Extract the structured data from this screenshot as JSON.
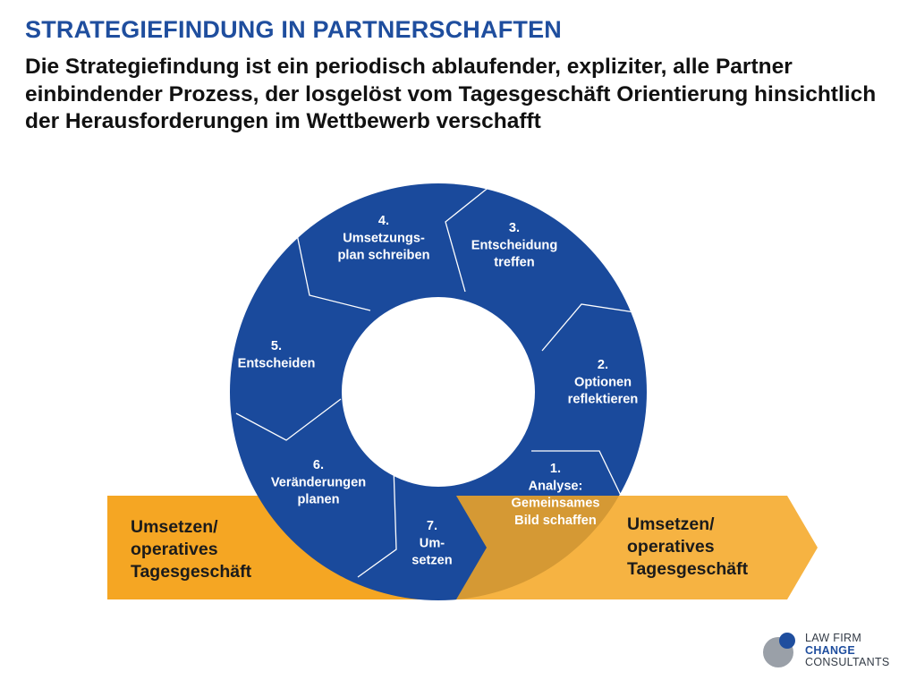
{
  "slide": {
    "title": "STRATEGIEFINDUNG IN PARTNERSCHAFTEN",
    "subtitle": "Die Strategiefindung ist ein periodisch ablaufender, expliziter, alle Partner einbindender Prozess, der losgelöst vom Tagesgeschäft Orientierung hinsichtlich  der Herausforderungen im Wettbewerb verschafft"
  },
  "cycle": {
    "color": "#1a4a9c",
    "steps": [
      {
        "id": "1",
        "lines": [
          "1.",
          "Analyse:",
          "Gemeinsames",
          "Bild schaffen"
        ]
      },
      {
        "id": "2",
        "lines": [
          "2.",
          "Optionen",
          "reflektieren"
        ]
      },
      {
        "id": "3",
        "lines": [
          "3.",
          "Entscheidung",
          "treffen"
        ]
      },
      {
        "id": "4",
        "lines": [
          "4.",
          "Umsetzungs-",
          "plan schreiben"
        ]
      },
      {
        "id": "5",
        "lines": [
          "5.",
          "Entscheiden"
        ]
      },
      {
        "id": "6",
        "lines": [
          "6.",
          "Veränderungen",
          "planen"
        ]
      },
      {
        "id": "7",
        "lines": [
          "7.",
          "Um-",
          "setzen"
        ]
      }
    ]
  },
  "operations": {
    "color": "#f5a623",
    "left": {
      "lines": [
        "Umsetzen/",
        "operatives",
        "Tagesgeschäft"
      ]
    },
    "right": {
      "lines": [
        "Umsetzen/",
        "operatives",
        "Tagesgeschäft"
      ]
    }
  },
  "logo": {
    "line1": "LAW FIRM",
    "line2": "CHANGE",
    "line3": "CONSULTANTS",
    "dark_color": "#1f4e9e",
    "grey_color": "#9aa0a8"
  }
}
